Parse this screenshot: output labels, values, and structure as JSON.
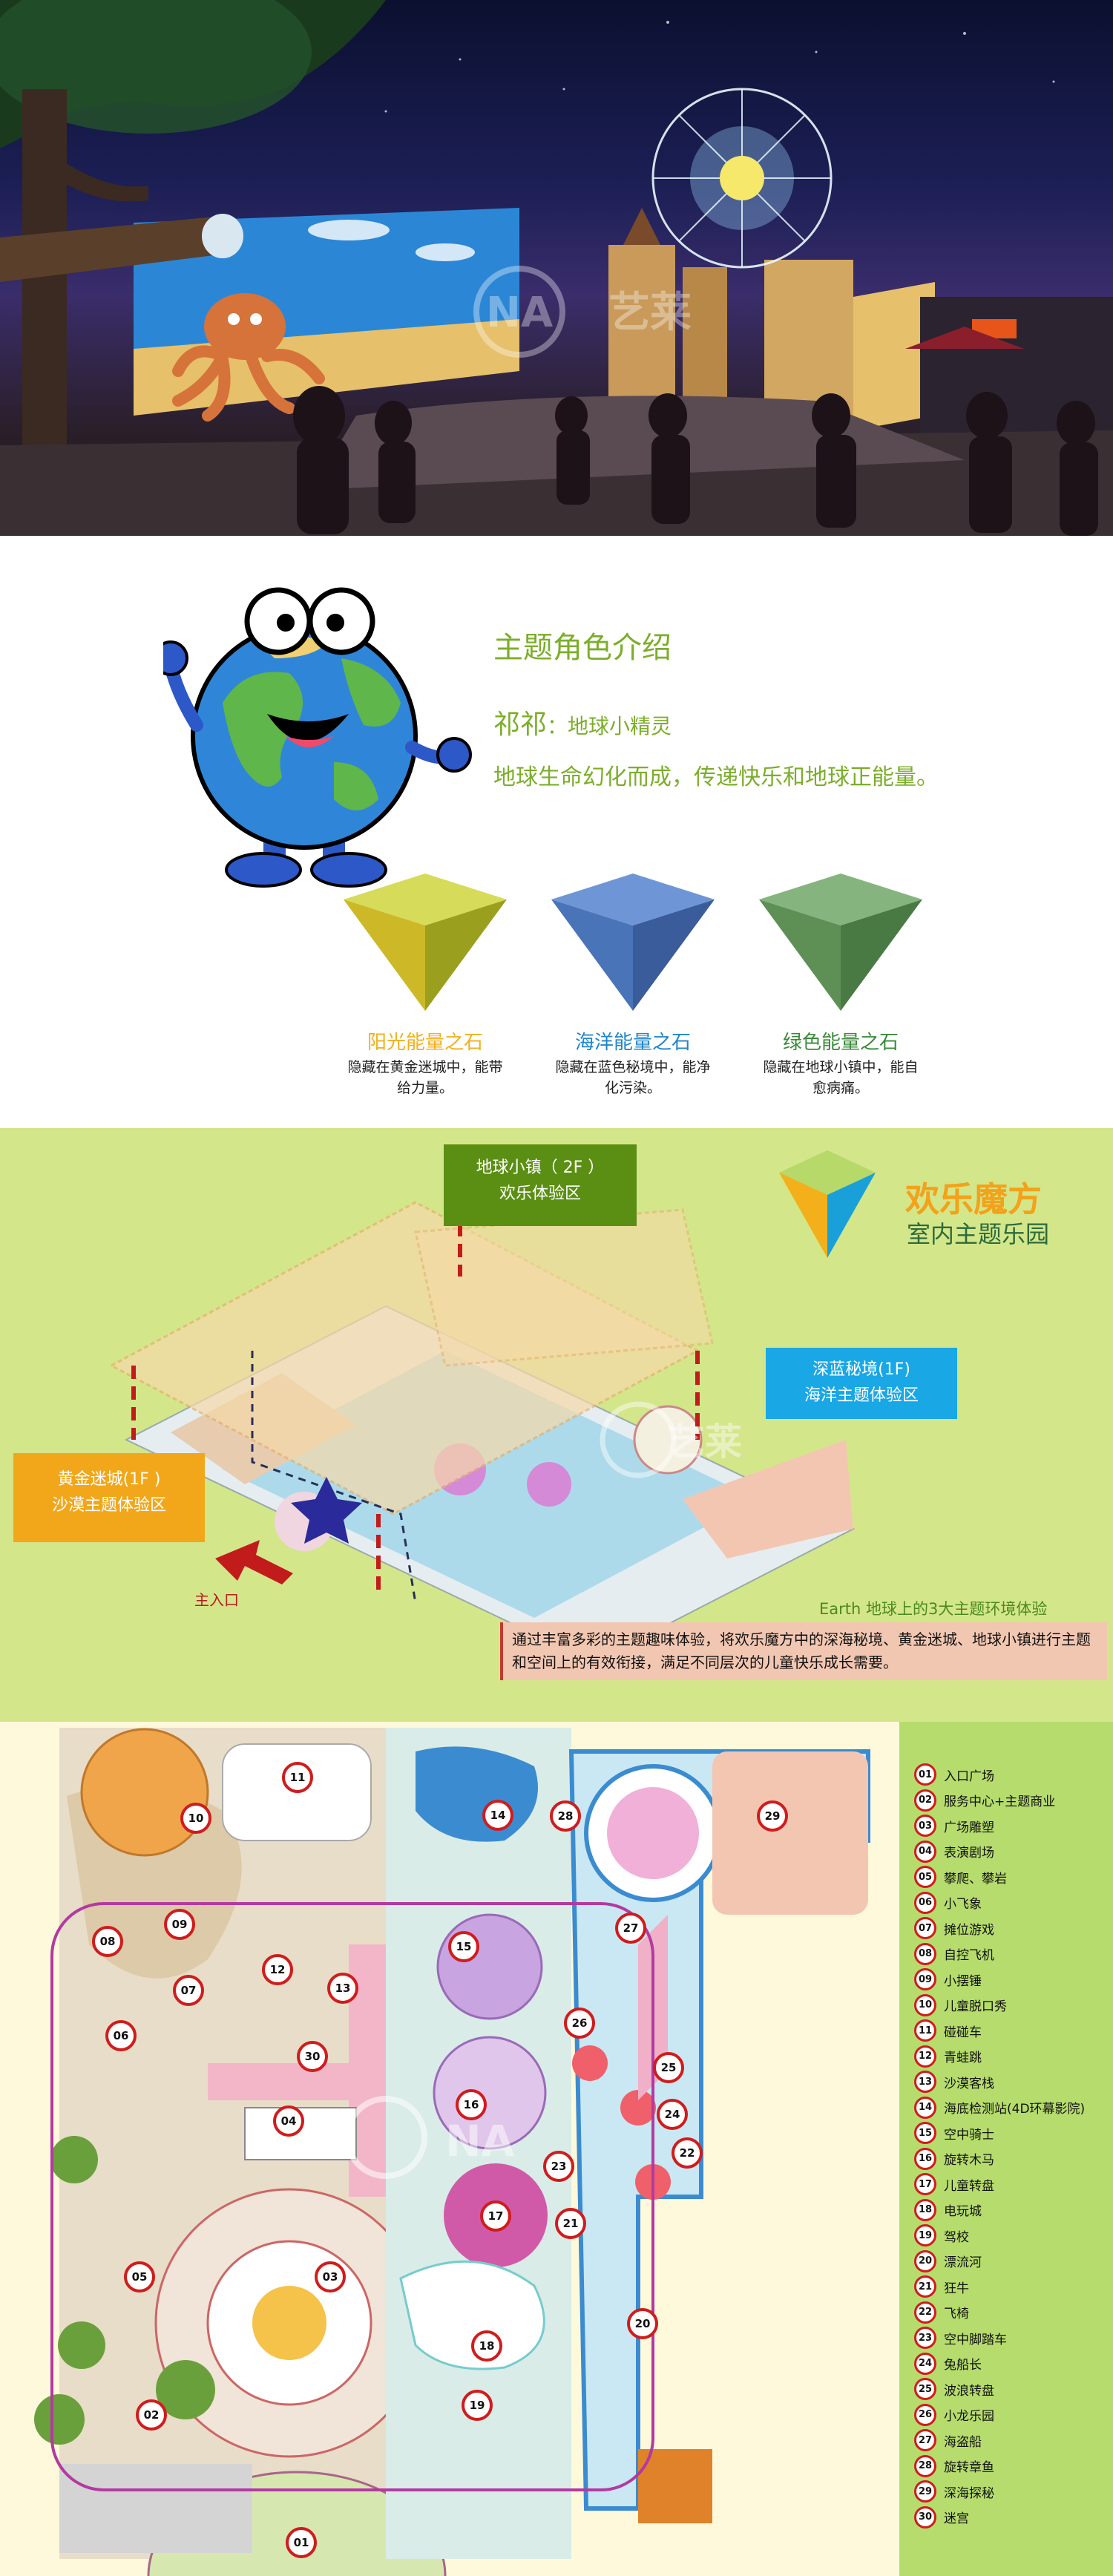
{
  "hero": {
    "watermark": "艺莱",
    "watermark_latin": "NA",
    "colors": {
      "sky": "#1c1f55",
      "wheel": "#e8f7ff",
      "octopus": "#d6733a"
    }
  },
  "intro": {
    "title": "主题角色介绍",
    "character_name": "祁祁",
    "character_role": "：地球小精灵",
    "character_desc": "地球生命幻化而成，传递快乐和地球正能量。",
    "stones": [
      {
        "name": "阳光能量之石",
        "desc": "隐藏在黄金迷城中，能带给力量。",
        "color": "#f2b01e",
        "gem": "#c6cc3d"
      },
      {
        "name": "海洋能量之石",
        "desc": "隐藏在蓝色秘境中，能净化污染。",
        "color": "#1f86c9",
        "gem": "#5a84c8"
      },
      {
        "name": "绿色能量之石",
        "desc": "隐藏在地球小镇中，能自愈病痛。",
        "color": "#3a8a3a",
        "gem": "#6ea06a"
      }
    ]
  },
  "iso": {
    "callout_town": {
      "line1": "地球小镇（  2F  ）",
      "line2": "欢乐体验区",
      "color": "#5b8f14"
    },
    "callout_sea": {
      "line1": "深蓝秘境(1F)",
      "line2": "海洋主题体验区",
      "color": "#19a7e5"
    },
    "callout_gold": {
      "line1": "黄金迷城(1F  )",
      "line2": "沙漠主题体验区",
      "color": "#f2a71a"
    },
    "entrance": "主入口",
    "brand_name": "欢乐魔方",
    "brand_sub": "室内主题乐园",
    "caption": "Earth 地球上的3大主题环境体验",
    "description": "通过丰富多彩的主题趣味体验，将欢乐魔方中的深海秘境、黄金迷城、地球小镇进行主题和空间上的有效衔接，满足不同层次的儿童快乐成长需要。"
  },
  "legend": [
    {
      "num": "01",
      "label": "入口广场"
    },
    {
      "num": "02",
      "label": "服务中心+主题商业"
    },
    {
      "num": "03",
      "label": "广场雕塑"
    },
    {
      "num": "04",
      "label": "表演剧场"
    },
    {
      "num": "05",
      "label": "攀爬、攀岩"
    },
    {
      "num": "06",
      "label": "小飞象"
    },
    {
      "num": "07",
      "label": "摊位游戏"
    },
    {
      "num": "08",
      "label": "自控飞机"
    },
    {
      "num": "09",
      "label": "小摆锤"
    },
    {
      "num": "10",
      "label": "儿童脱口秀"
    },
    {
      "num": "11",
      "label": "碰碰车"
    },
    {
      "num": "12",
      "label": "青蛙跳"
    },
    {
      "num": "13",
      "label": "沙漠客栈"
    },
    {
      "num": "14",
      "label": "海底检测站(4D环幕影院)"
    },
    {
      "num": "15",
      "label": "空中骑士"
    },
    {
      "num": "16",
      "label": "旋转木马"
    },
    {
      "num": "17",
      "label": "儿童转盘"
    },
    {
      "num": "18",
      "label": "电玩城"
    },
    {
      "num": "19",
      "label": "驾校"
    },
    {
      "num": "20",
      "label": "漂流河"
    },
    {
      "num": "21",
      "label": "狂牛"
    },
    {
      "num": "22",
      "label": "飞椅"
    },
    {
      "num": "23",
      "label": "空中脚踏车"
    },
    {
      "num": "24",
      "label": "兔船长"
    },
    {
      "num": "25",
      "label": "波浪转盘"
    },
    {
      "num": "26",
      "label": "小龙乐园"
    },
    {
      "num": "27",
      "label": "海盗船"
    },
    {
      "num": "28",
      "label": "旋转章鱼"
    },
    {
      "num": "29",
      "label": "深海探秘"
    },
    {
      "num": "30",
      "label": "迷宫"
    }
  ],
  "map_badges": [
    "01",
    "02",
    "03",
    "04",
    "05",
    "06",
    "07",
    "08",
    "09",
    "10",
    "11",
    "12",
    "13",
    "14",
    "15",
    "16",
    "17",
    "18",
    "19",
    "20",
    "21",
    "22",
    "23",
    "24",
    "25",
    "26",
    "27",
    "28",
    "29",
    "30"
  ]
}
